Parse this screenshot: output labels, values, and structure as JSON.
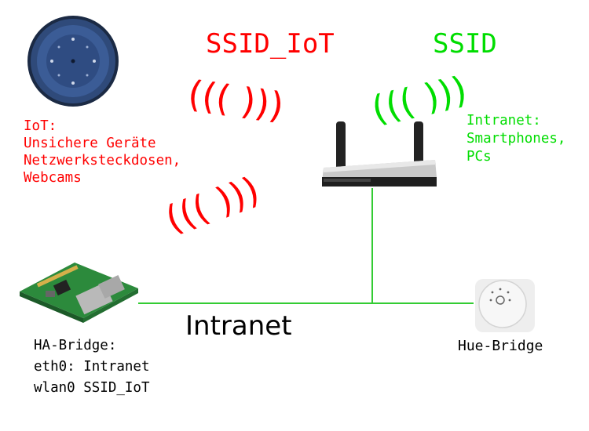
{
  "labels": {
    "ssid_iot": "SSID_IoT",
    "ssid": "SSID",
    "iot_lines": "IoT:\nUnsichere Geräte\nNetzwerksteckdosen,\nWebcams",
    "intranet_lines": "Intranet:\nSmartphones,\nPCs",
    "intranet_network": "Intranet",
    "ha_bridge_lines": "HA-Bridge:\neth0: Intranet\nwlan0 SSID_IoT",
    "hue_bridge": "Hue-Bridge"
  },
  "wifi_waves": {
    "iot_top": "((( )))",
    "iot_left": "((( )))",
    "intranet": "((( )))"
  },
  "colors": {
    "iot": "#ff0000",
    "intranet": "#00dd00",
    "line": "#33cc33",
    "text": "#000000"
  },
  "icons": {
    "smart_speaker": "echo-dot-icon",
    "router": "router-icon",
    "raspberry_pi": "raspberry-pi-icon",
    "hue_bridge": "hue-bridge-icon"
  }
}
